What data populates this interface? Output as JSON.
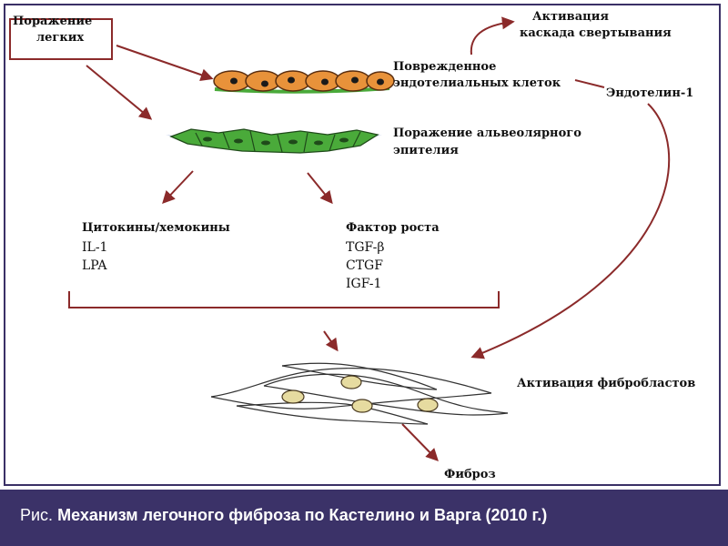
{
  "colors": {
    "arrow": "#8b2a2a",
    "endothelial_cell": "#e8923a",
    "epithelial_cell": "#4aaa3a",
    "membrane_blue": "#4a6fc0",
    "fibroblast_nucleus": "#e6dba0",
    "caption_bg": "#3b3268"
  },
  "nodes": {
    "lung_damage": "Поражение легких",
    "lung_damage_line1": "Поражение",
    "lung_damage_line2": "легких",
    "coag_line1": "Активация",
    "coag_line2": "каскада свертывания",
    "endo_damage_line1": "Поврежденное",
    "endo_damage_line2": "эндотелиальных клеток",
    "endothelin": "Эндотелин-1",
    "alv_line1": "Поражение альвеолярного",
    "alv_line2": "эпителия",
    "cytokines_header": "Цитокины/хемокины",
    "cytokines": [
      "IL-1",
      "LPA"
    ],
    "growth_header": "Фактор роста",
    "growth_factors": [
      "TGF-β",
      "CTGF",
      "IGF-1"
    ],
    "fibroblast_activation": "Активация фибробластов",
    "fibrosis": "Фиброз"
  },
  "caption": {
    "prefix": "Рис.",
    "text": "Механизм легочного фиброза по Кастелино и Варга (2010 г.)"
  }
}
